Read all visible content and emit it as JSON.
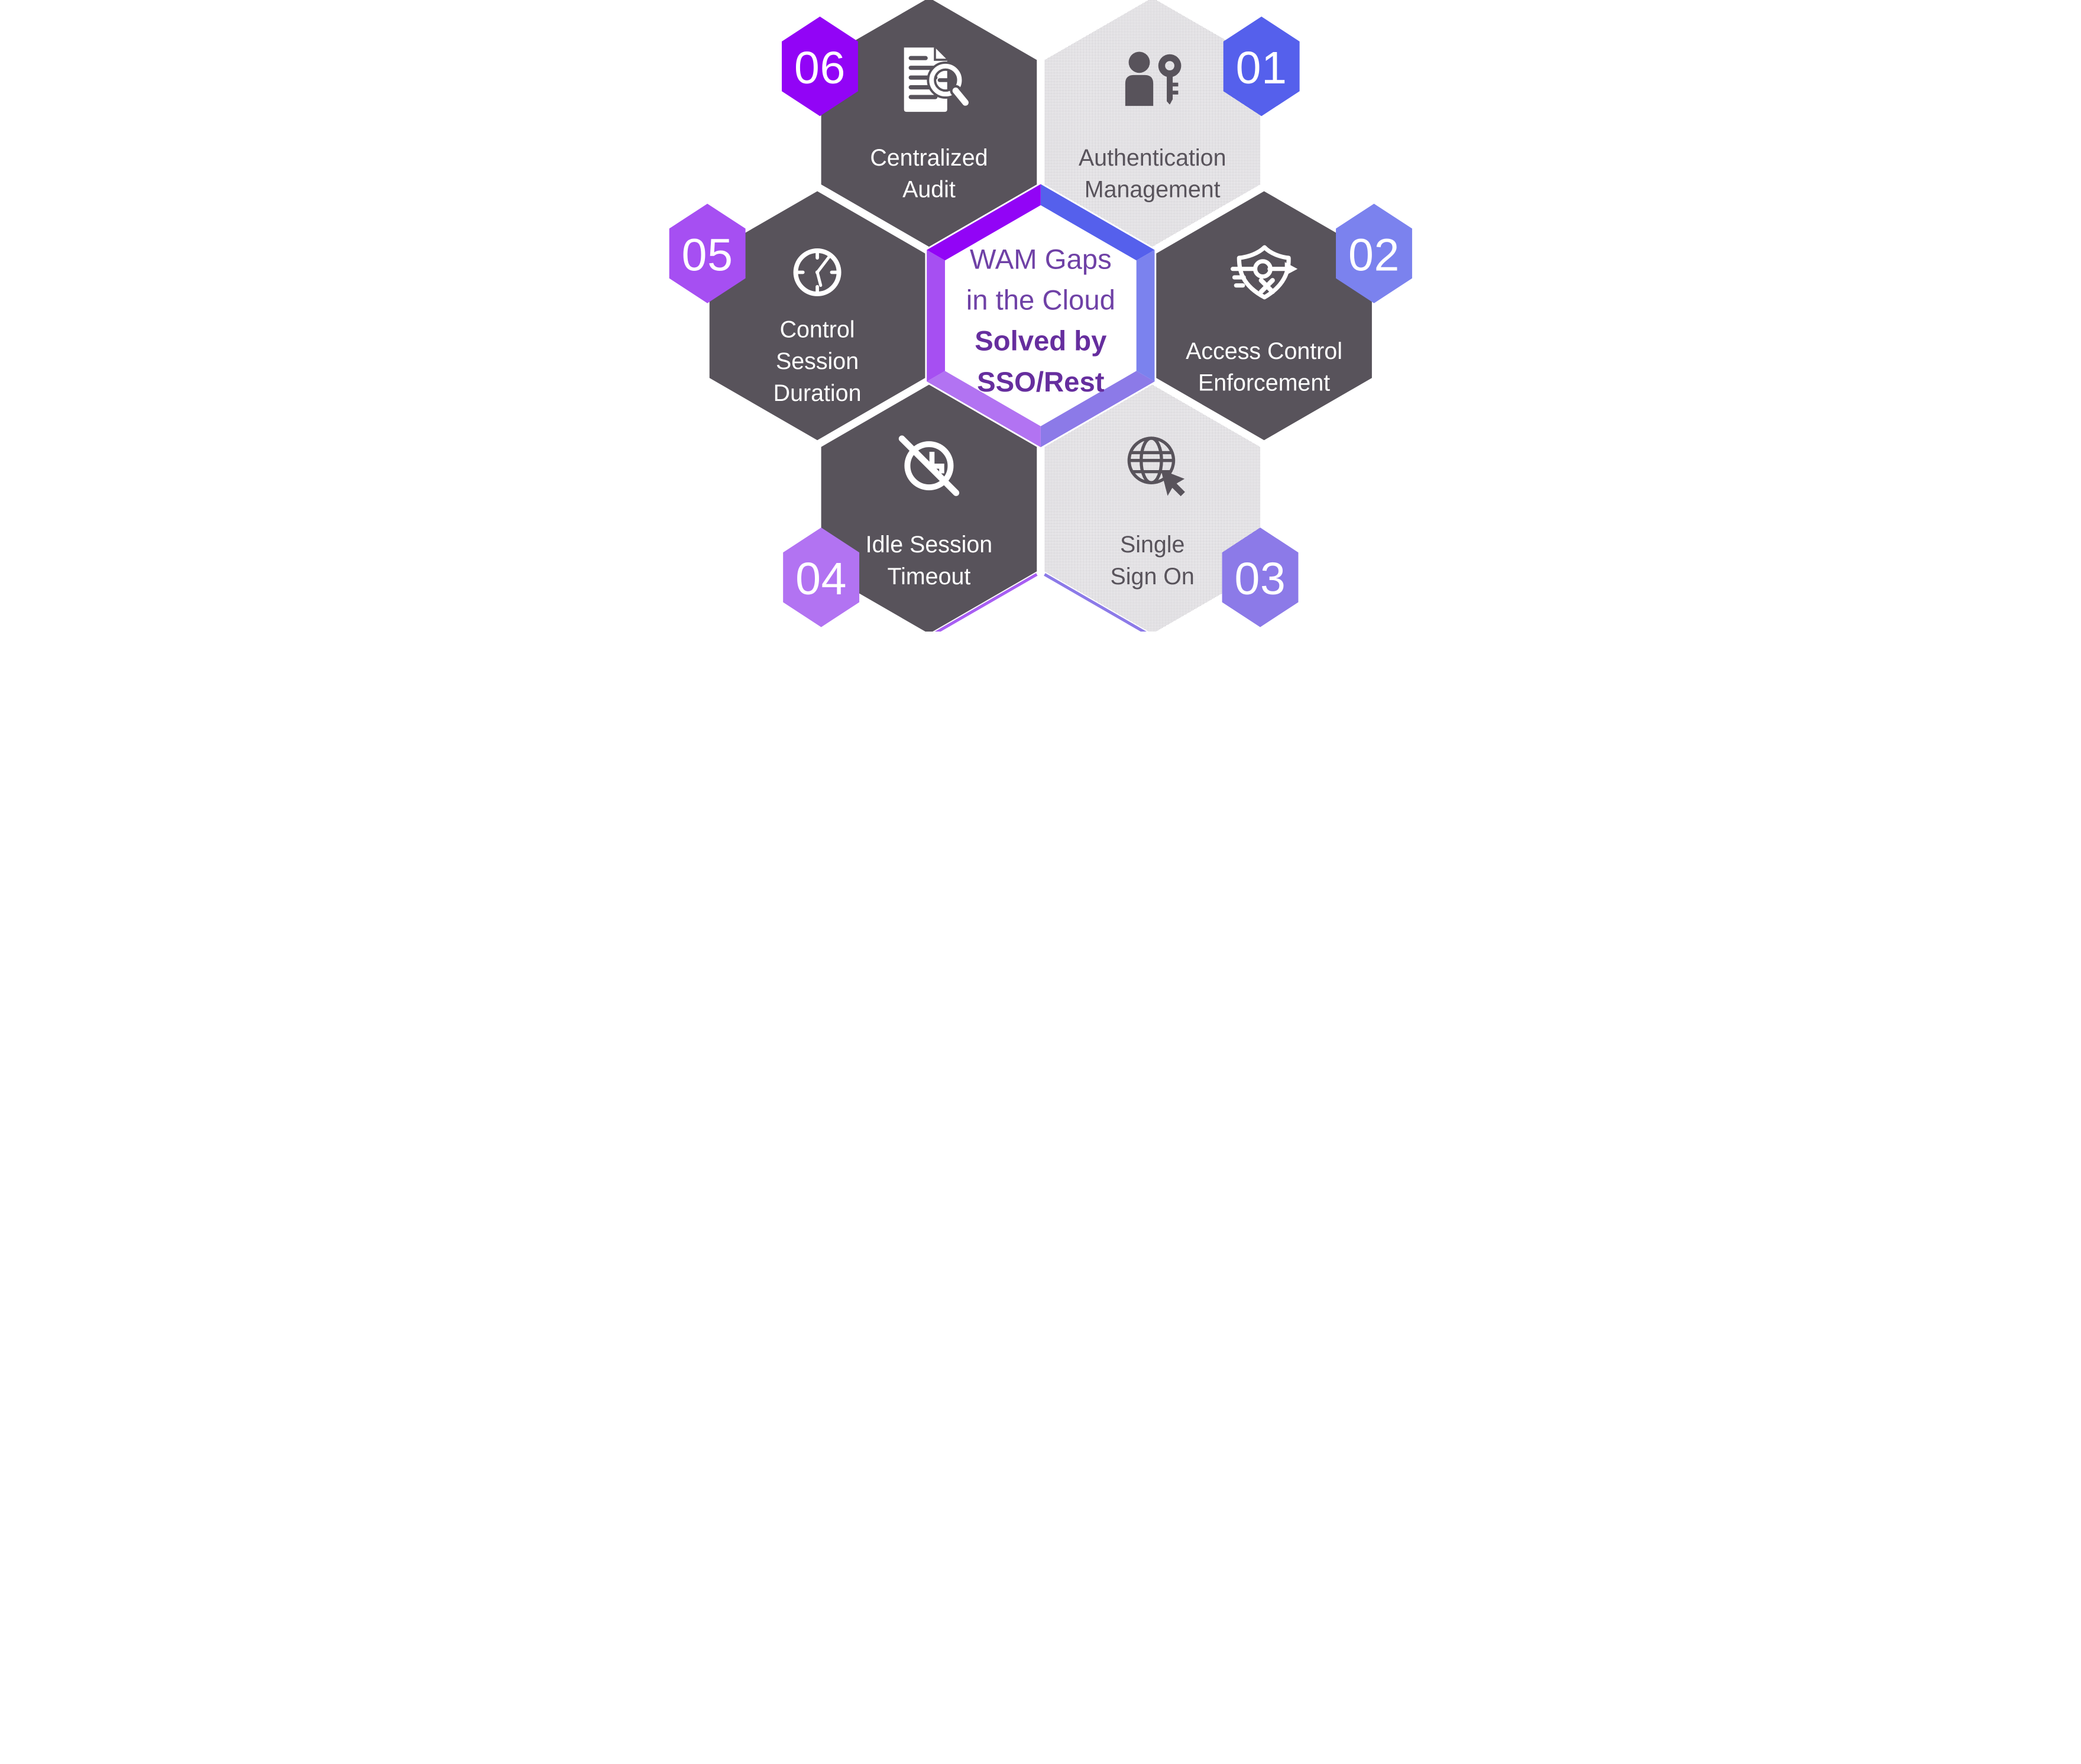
{
  "center": {
    "line1": "WAM Gaps",
    "line2": "in the Cloud",
    "line3": "Solved by",
    "line4": "SSO/Rest"
  },
  "items": [
    {
      "number": "01",
      "label_lines": [
        "Authentication",
        "Management"
      ],
      "slug": "authentication-management",
      "icon": "person-key-icon",
      "variant": "light",
      "accent": "#5560EC"
    },
    {
      "number": "02",
      "label_lines": [
        "Access Control",
        "Enforcement"
      ],
      "slug": "access-control-enforcement",
      "icon": "shield-arrow-icon",
      "variant": "dark",
      "accent": "#7B82EE"
    },
    {
      "number": "03",
      "label_lines": [
        "Single",
        "Sign On"
      ],
      "slug": "single-sign-on",
      "icon": "globe-cursor-icon",
      "variant": "light",
      "accent": "#8C7AE8"
    },
    {
      "number": "04",
      "label_lines": [
        "Idle Session",
        "Timeout"
      ],
      "slug": "idle-session-timeout",
      "icon": "no-clock-icon",
      "variant": "dark",
      "accent": "#B273F2"
    },
    {
      "number": "05",
      "label_lines": [
        "Control",
        "Session",
        "Duration"
      ],
      "slug": "control-session-duration",
      "icon": "clock-icon",
      "variant": "dark",
      "accent": "#A64FF2"
    },
    {
      "number": "06",
      "label_lines": [
        "Centralized",
        "Audit"
      ],
      "slug": "centralized-audit",
      "icon": "document-search-icon",
      "variant": "dark",
      "accent": "#9204F6"
    }
  ],
  "colors": {
    "background": "#FFFFFF",
    "dark_hexagon": "#58535B",
    "light_hexagon_bg": "#F6F5F7",
    "light_hexagon_dot": "#ABA8AE",
    "label_on_dark": "#FFFFFF",
    "label_on_light": "#58535B",
    "icon_on_dark": "#FFFFFF",
    "icon_on_light": "#58535B",
    "badge_number": "#FFFFFF",
    "title_normal": "#6F41A6",
    "title_bold": "#662E9E",
    "sliver_04": "#A85EF3",
    "sliver_03": "#8C7AE8"
  }
}
